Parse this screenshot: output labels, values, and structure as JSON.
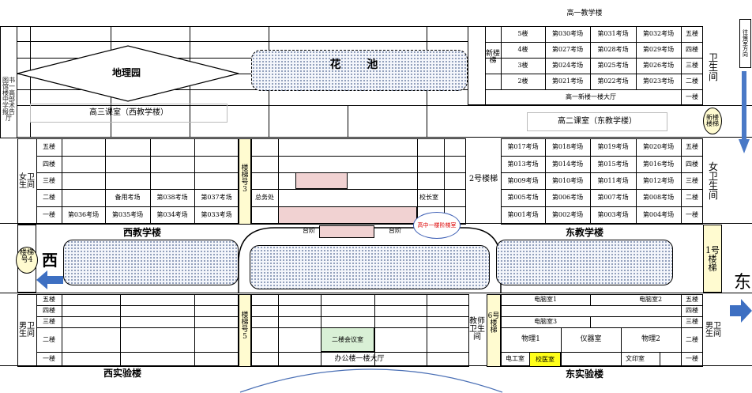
{
  "title_gaoyi": "高一教学楼",
  "gaoyi": {
    "side_label": "新楼梯",
    "rows": [
      {
        "floor": "5楼",
        "rooms": [
          "第030考场",
          "第031考场",
          "第032考场"
        ],
        "right": "五楼"
      },
      {
        "floor": "4楼",
        "rooms": [
          "第027考场",
          "第028考场",
          "第029考场"
        ],
        "right": "四楼"
      },
      {
        "floor": "3楼",
        "rooms": [
          "第024考场",
          "第025考场",
          "第026考场"
        ],
        "right": "三楼"
      },
      {
        "floor": "2楼",
        "rooms": [
          "第021考场",
          "第022考场",
          "第023考场"
        ],
        "right": "二楼"
      }
    ],
    "hall": "高一新楼一楼大厅",
    "hall_right": "一楼"
  },
  "wc_east_top": "卫生间",
  "exam_office_dir": "往候室方向",
  "library": "图书馆一楼高中部学术报告厅",
  "dili": "地理园",
  "huachi": "花 池",
  "gaosan": "高三课室（西教学楼）",
  "gaoer": "高二课室（东教学楼）",
  "new_stair": "新楼楼梯",
  "west_building": {
    "wc": "女卫生间",
    "floors": [
      "五楼",
      "四楼",
      "三楼",
      "二楼",
      "一楼"
    ],
    "second_rooms": [
      "备用考场",
      "第038考场",
      "第037考场"
    ],
    "first_rooms": [
      "第036考场",
      "第035考场",
      "第034考场",
      "第033考场"
    ],
    "name": "西教学楼"
  },
  "stair3": "楼梯号3",
  "stair2": "2号楼梯",
  "stair1": "1号楼梯",
  "stair4": "楼梯号4",
  "stair5": "楼梯号5",
  "stair6": "6号楼梯",
  "middle": {
    "zongwu": "总务处",
    "xiaozhang": "校长室",
    "taijie1": "台阶",
    "taijie2": "台阶",
    "gaozhong_note": "高中一楼阶梯室"
  },
  "east_building": {
    "rows": [
      {
        "rooms": [
          "第017考场",
          "第018考场",
          "第019考场",
          "第020考场"
        ],
        "right": "五楼"
      },
      {
        "rooms": [
          "第013考场",
          "第014考场",
          "第015考场",
          "第016考场"
        ],
        "right": "四楼"
      },
      {
        "rooms": [
          "第009考场",
          "第010考场",
          "第011考场",
          "第012考场"
        ],
        "right": "三楼"
      },
      {
        "rooms": [
          "第005考场",
          "第006考场",
          "第007考场",
          "第008考场"
        ],
        "right": "二楼"
      },
      {
        "rooms": [
          "第001考场",
          "第002考场",
          "第003考场",
          "第004考场"
        ],
        "right": "一楼"
      }
    ],
    "wc": "女卫生间",
    "name": "东教学楼"
  },
  "west_label": "西",
  "east_label": "东",
  "west_lab": {
    "wc": "男卫生间",
    "floors": [
      "五楼",
      "四楼",
      "三楼",
      "二楼",
      "一楼"
    ],
    "name": "西实验楼"
  },
  "office": {
    "meeting": "二楼会议室",
    "hall": "办公楼一楼大厅"
  },
  "teacher_wc": "教师卫生间",
  "east_lab": {
    "pc1": "电脑室1",
    "pc2": "电脑室2",
    "pc3": "电脑室3",
    "wuli1": "物理1",
    "yiqi": "仪器室",
    "wuli2": "物理2",
    "diangong": "电工室",
    "xiaoyi": "校医室",
    "wenyin": "文印室",
    "floors": [
      "五楼",
      "四楼",
      "三楼",
      "二楼",
      "一楼"
    ],
    "wc": "男卫生间",
    "name": "东实验楼"
  }
}
